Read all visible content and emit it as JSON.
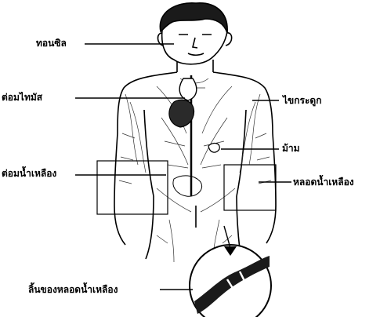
{
  "labels": {
    "tonsil": "ทอนซิล",
    "thymus": "ต่อมไทมัส",
    "bone_marrow": "ไขกระดูก",
    "spleen": "ม้าม",
    "lymph_node": "ต่อมน้ำเหลือง",
    "lymph_vessel": "หลอดน้ำเหลือง",
    "vessel_valve": "ลิ้นของหลอดน้ำเหลือง"
  }
}
